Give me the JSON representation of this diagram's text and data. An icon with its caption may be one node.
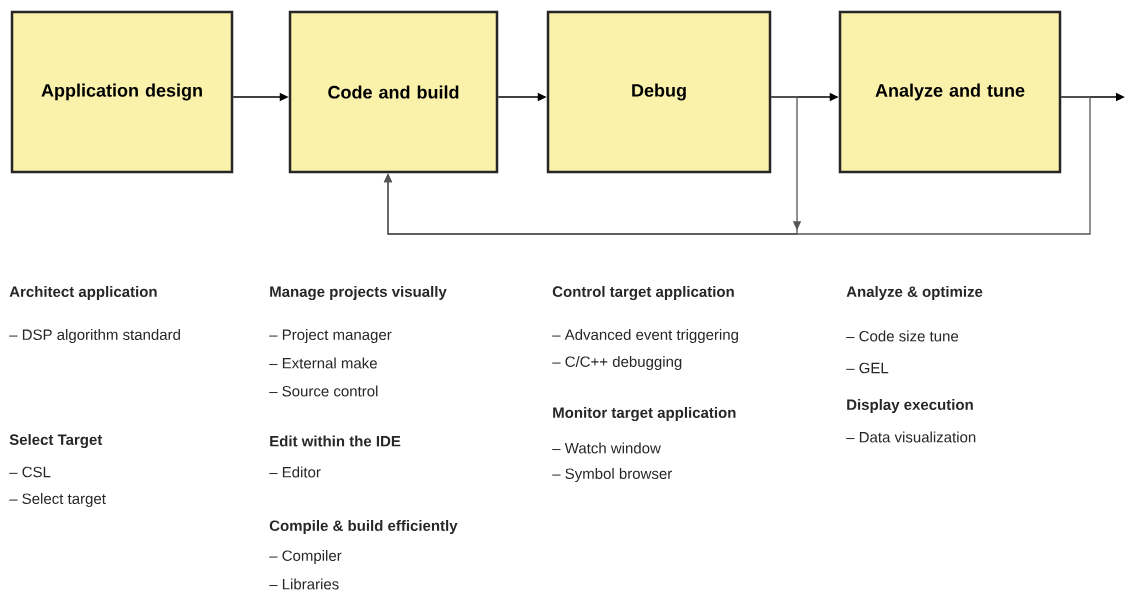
{
  "diagram": {
    "nodes": [
      {
        "text": [
          "Application design"
        ]
      },
      {
        "text": [
          "Code and build"
        ]
      },
      {
        "text": [
          "Debug"
        ]
      },
      {
        "text": [
          "Analyze and tune"
        ]
      }
    ],
    "edges": [
      {
        "from": 0,
        "to": 1,
        "arrow": "to"
      },
      {
        "from": 1,
        "to": 2,
        "arrow": "to"
      },
      {
        "from": 2,
        "to": 3,
        "arrow": "to"
      },
      {
        "from": 3,
        "to": null,
        "arrow": "to"
      },
      {
        "from": 2,
        "to": 1,
        "arrow": "to",
        "color": "#555555"
      },
      {
        "from": 3,
        "to": 1,
        "arrow": "to",
        "color": "#555555"
      }
    ],
    "labels": [
      "Architect application",
      "– DSP algorithm standard",
      "Select Target",
      "– CSL",
      "– Select target",
      "Manage projects visually",
      "– Project manager",
      "– External make",
      "– Source control",
      "Edit within the IDE",
      "– Editor",
      "Compile & build efficiently",
      "– Compiler",
      "– Libraries",
      "Control target application",
      "– Advanced event triggering",
      "– C/C++ debugging",
      "Monitor target application",
      "– Watch window",
      "– Symbol browser",
      "Analyze & optimize",
      "– Code size tune",
      "– GEL",
      "Display execution",
      "– Data visualization"
    ]
  }
}
